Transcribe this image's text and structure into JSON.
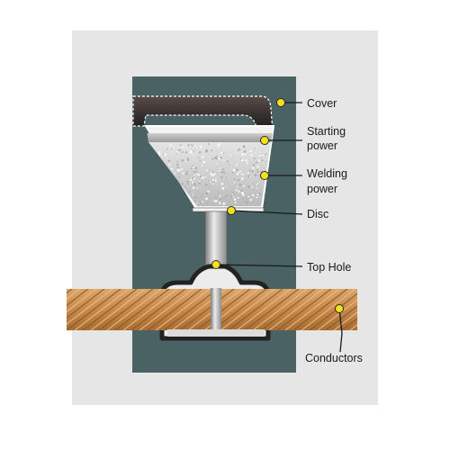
{
  "colors": {
    "background": "#e6e6e6",
    "mold": "#4a6264",
    "cover": "#3a3433",
    "marker": "#f3e21b",
    "copper": "#c8894a"
  },
  "labels": {
    "cover": "Cover",
    "starting_power_line1": "Starting",
    "starting_power_line2": "power",
    "welding_power_line1": "Welding",
    "welding_power_line2": "power",
    "disc": "Disc",
    "top_hole": "Top Hole",
    "conductors": "Conductors"
  }
}
